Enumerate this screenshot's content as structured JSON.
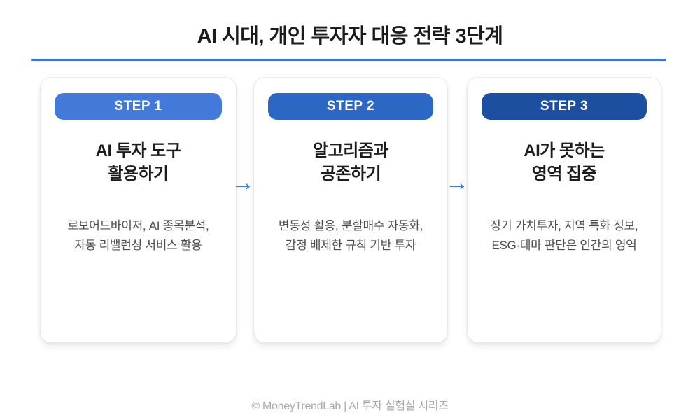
{
  "header": {
    "title": "AI 시대, 개인 투자자 대응 전략 3단계",
    "underline_color": "#3a75d4"
  },
  "cards": [
    {
      "badge": "STEP 1",
      "badge_color": "#4379d8",
      "title_line1": "AI 투자 도구",
      "title_line2": "활용하기",
      "desc_line1": "로보어드바이저, AI 종목분석,",
      "desc_line2": "자동 리밸런싱 서비스 활용"
    },
    {
      "badge": "STEP 2",
      "badge_color": "#2d67c4",
      "title_line1": "알고리즘과",
      "title_line2": "공존하기",
      "desc_line1": "변동성 활용, 분할매수 자동화,",
      "desc_line2": "감정 배제한 규칙 기반 투자"
    },
    {
      "badge": "STEP 3",
      "badge_color": "#1d4fa0",
      "title_line1": "AI가 못하는",
      "title_line2": "영역 집중",
      "desc_line1": "장기 가치투자, 지역 특화 정보,",
      "desc_line2": "ESG·테마 판단은 인간의 영역"
    }
  ],
  "arrow": {
    "glyph": "→",
    "color": "#3e7adb"
  },
  "footer": {
    "text": "© MoneyTrendLab | AI 투자 실험실 시리즈"
  }
}
